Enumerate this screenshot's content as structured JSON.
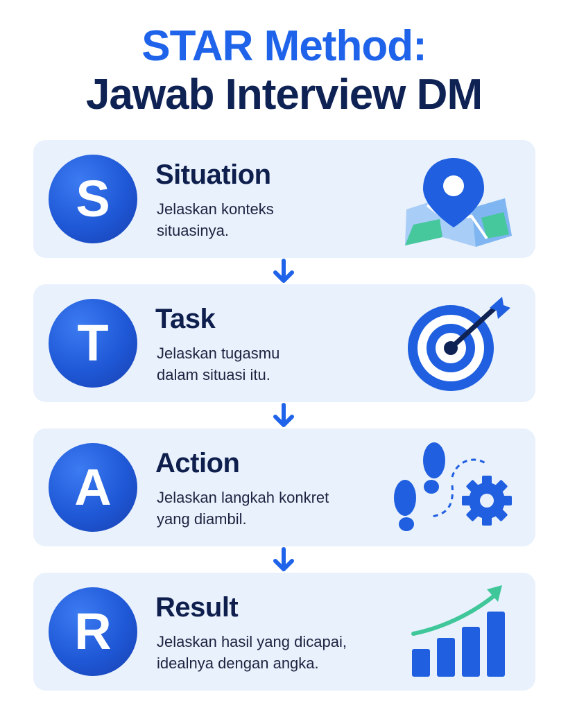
{
  "title": {
    "line1": "STAR Method:",
    "line2": "Jawab Interview DM"
  },
  "steps": [
    {
      "letter": "S",
      "heading": "Situation",
      "desc_line1": "Jelaskan konteks",
      "desc_line2": "situasinya.",
      "icon": "map-pin-icon"
    },
    {
      "letter": "T",
      "heading": "Task",
      "desc_line1": "Jelaskan tugasmu",
      "desc_line2": "dalam situasi itu.",
      "icon": "target-icon"
    },
    {
      "letter": "A",
      "heading": "Action",
      "desc_line1": "Jelaskan langkah konkret",
      "desc_line2": "yang diambil.",
      "icon": "footsteps-gear-icon"
    },
    {
      "letter": "R",
      "heading": "Result",
      "desc_line1": "Jelaskan hasil yang dicapai,",
      "desc_line2": "idealnya dengan angka.",
      "icon": "growth-chart-icon"
    }
  ],
  "colors": {
    "accent": "#1e63e9",
    "dark": "#0f2254",
    "card": "#e9f1fc",
    "green": "#3fc79a"
  }
}
